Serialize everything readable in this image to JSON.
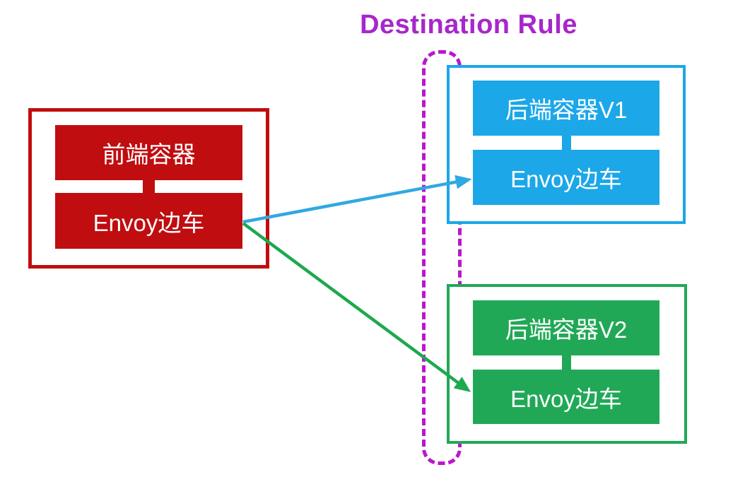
{
  "title": "Destination Rule",
  "colors": {
    "frontend_red": "#c00d10",
    "backend_v1_blue": "#1ba7e8",
    "backend_v2_green": "#21a857",
    "boundary_magenta": "#bb16ce",
    "title_purple": "#a727c9",
    "arrow_blue": "#2fa9e2",
    "arrow_green": "#1ca94f"
  },
  "groups": {
    "frontend": {
      "container_label": "前端容器",
      "sidecar_label": "Envoy边车"
    },
    "backend_v1": {
      "container_label": "后端容器V1",
      "sidecar_label": "Envoy边车"
    },
    "backend_v2": {
      "container_label": "后端容器V2",
      "sidecar_label": "Envoy边车"
    }
  },
  "arrows": {
    "to_v1": "frontend-envoy to backend-v1-envoy",
    "to_v2": "frontend-envoy to backend-v2-envoy"
  }
}
